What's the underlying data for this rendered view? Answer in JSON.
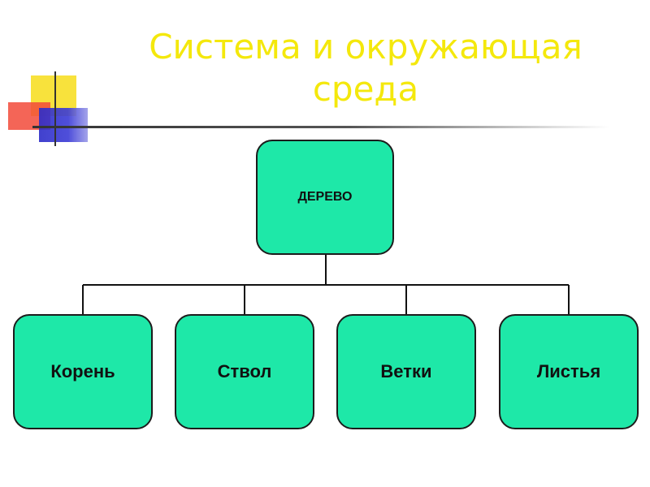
{
  "title": "Система и окружающая среда",
  "tree": {
    "root": "ДЕРЕВО",
    "children": [
      "Корень",
      "Ствол",
      "Ветки",
      "Листья"
    ]
  },
  "colors": {
    "title": "#f4e80c",
    "node_fill": "#1ee8a8",
    "node_border": "#1c1c1c"
  }
}
